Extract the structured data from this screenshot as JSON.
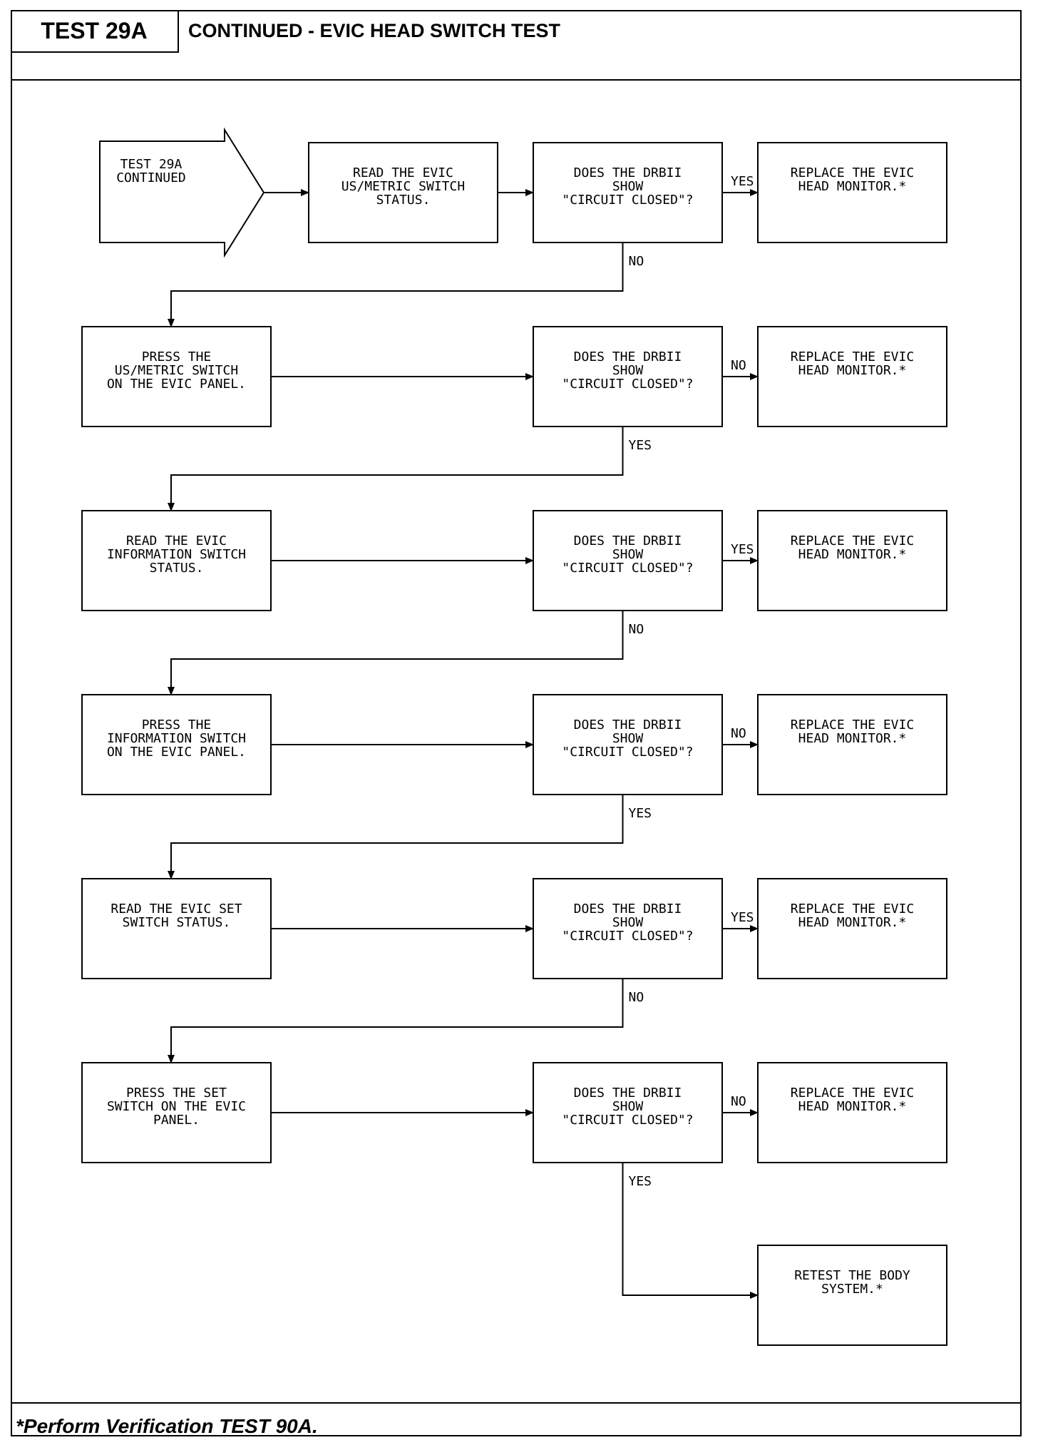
{
  "header": {
    "test_id": "TEST 29A",
    "title": "CONTINUED - EVIC HEAD SWITCH TEST"
  },
  "footer": {
    "note": "*Perform Verification TEST 90A."
  },
  "flow": {
    "start": [
      "TEST 29A",
      "CONTINUED"
    ],
    "rows": [
      {
        "action": [
          "READ THE EVIC",
          "US/METRIC SWITCH",
          "STATUS."
        ],
        "question": [
          "DOES THE DRBII",
          "SHOW",
          "\"CIRCUIT CLOSED\"?"
        ],
        "branch_right": "YES",
        "result": [
          "REPLACE THE EVIC",
          "HEAD MONITOR.*"
        ],
        "branch_down": "NO"
      },
      {
        "action": [
          "PRESS THE",
          "US/METRIC SWITCH",
          "ON THE EVIC PANEL."
        ],
        "question": [
          "DOES THE DRBII",
          "SHOW",
          "\"CIRCUIT CLOSED\"?"
        ],
        "branch_right": "NO",
        "result": [
          "REPLACE THE EVIC",
          "HEAD MONITOR.*"
        ],
        "branch_down": "YES"
      },
      {
        "action": [
          "READ THE EVIC",
          "INFORMATION SWITCH",
          "STATUS."
        ],
        "question": [
          "DOES THE DRBII",
          "SHOW",
          "\"CIRCUIT CLOSED\"?"
        ],
        "branch_right": "YES",
        "result": [
          "REPLACE THE EVIC",
          "HEAD MONITOR.*"
        ],
        "branch_down": "NO"
      },
      {
        "action": [
          "PRESS THE",
          "INFORMATION SWITCH",
          "ON THE EVIC PANEL."
        ],
        "question": [
          "DOES THE DRBII",
          "SHOW",
          "\"CIRCUIT CLOSED\"?"
        ],
        "branch_right": "NO",
        "result": [
          "REPLACE THE EVIC",
          "HEAD MONITOR.*"
        ],
        "branch_down": "YES"
      },
      {
        "action": [
          "READ THE EVIC SET",
          "SWITCH STATUS."
        ],
        "question": [
          "DOES THE DRBII",
          "SHOW",
          "\"CIRCUIT CLOSED\"?"
        ],
        "branch_right": "YES",
        "result": [
          "REPLACE THE EVIC",
          "HEAD MONITOR.*"
        ],
        "branch_down": "NO"
      },
      {
        "action": [
          "PRESS THE SET",
          "SWITCH ON THE EVIC",
          "PANEL."
        ],
        "question": [
          "DOES THE DRBII",
          "SHOW",
          "\"CIRCUIT CLOSED\"?"
        ],
        "branch_right": "NO",
        "result": [
          "REPLACE THE EVIC",
          "HEAD MONITOR.*"
        ],
        "branch_down": "YES"
      }
    ],
    "final": [
      "RETEST THE BODY",
      "SYSTEM.*"
    ]
  }
}
